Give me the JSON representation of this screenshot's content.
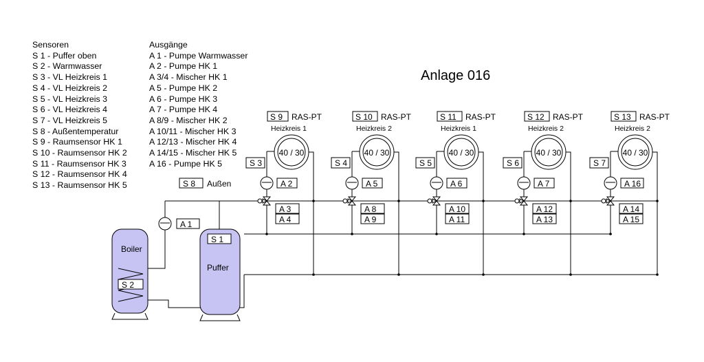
{
  "title": "Anlage 016",
  "sensors": {
    "heading": "Sensoren",
    "items": [
      "S 1 - Puffer oben",
      "S 2 - Warmwasser",
      "S 3 - VL Heizkreis 1",
      "S 4 - VL Heizkreis 2",
      "S 5 - VL Heizkreis 3",
      "S 6 - VL Heizkreis 4",
      "S 7 - VL Heizkreis 5",
      "S 8 - Außentemperatur",
      "S 9 - Raumsensor HK 1",
      "S 10 - Raumsensor HK 2",
      "S 11 - Raumsensor HK 3",
      "S 12 - Raumsensor HK 4",
      "S 13 - Raumsensor HK 5"
    ]
  },
  "outputs": {
    "heading": "Ausgänge",
    "items": [
      "A 1 - Pumpe Warmwasser",
      "A 2 - Pumpe HK 1",
      "A 3/4 - Mischer HK 1",
      "A 5 - Pumpe HK 2",
      "A 6 - Pumpe HK 3",
      "A 7 - Pumpe HK 4",
      "A 8/9 - Mischer HK 2",
      "A 10/11 - Mischer HK 3",
      "A 12/13 - Mischer HK 4",
      "A 14/15 - Mischer HK 5",
      "A 16 - Pumpe HK 5"
    ]
  },
  "outdoor": {
    "sensor": "S 8",
    "label": "Außen"
  },
  "boiler": {
    "label": "Boiler",
    "sensor": "S 2",
    "pump": "A 1"
  },
  "buffer": {
    "label": "Puffer",
    "sensor": "S 1"
  },
  "circuits": [
    {
      "room_sensor": "S 9",
      "room_type": "RAS-PT",
      "name": "Heizkreis 1",
      "dial": "40 / 30",
      "flow_sensor": "S 3",
      "pump": "A 2",
      "mixer_a": "A 3",
      "mixer_b": "A 4"
    },
    {
      "room_sensor": "S 10",
      "room_type": "RAS-PT",
      "name": "Heizkreis 2",
      "dial": "40 / 30",
      "flow_sensor": "S 4",
      "pump": "A 5",
      "mixer_a": "A 8",
      "mixer_b": "A 9"
    },
    {
      "room_sensor": "S 11",
      "room_type": "RAS-PT",
      "name": "Heizkreis 1",
      "dial": "40 / 30",
      "flow_sensor": "S 5",
      "pump": "A 6",
      "mixer_a": "A 10",
      "mixer_b": "A 11"
    },
    {
      "room_sensor": "S 12",
      "room_type": "RAS-PT",
      "name": "Heizkreis 2",
      "dial": "40 / 30",
      "flow_sensor": "S 6",
      "pump": "A 7",
      "mixer_a": "A 12",
      "mixer_b": "A 13"
    },
    {
      "room_sensor": "S 13",
      "room_type": "RAS-PT",
      "name": "Heizkreis 2",
      "dial": "40 / 30",
      "flow_sensor": "S 7",
      "pump": "A 16",
      "mixer_a": "A 14",
      "mixer_b": "A 15"
    }
  ]
}
